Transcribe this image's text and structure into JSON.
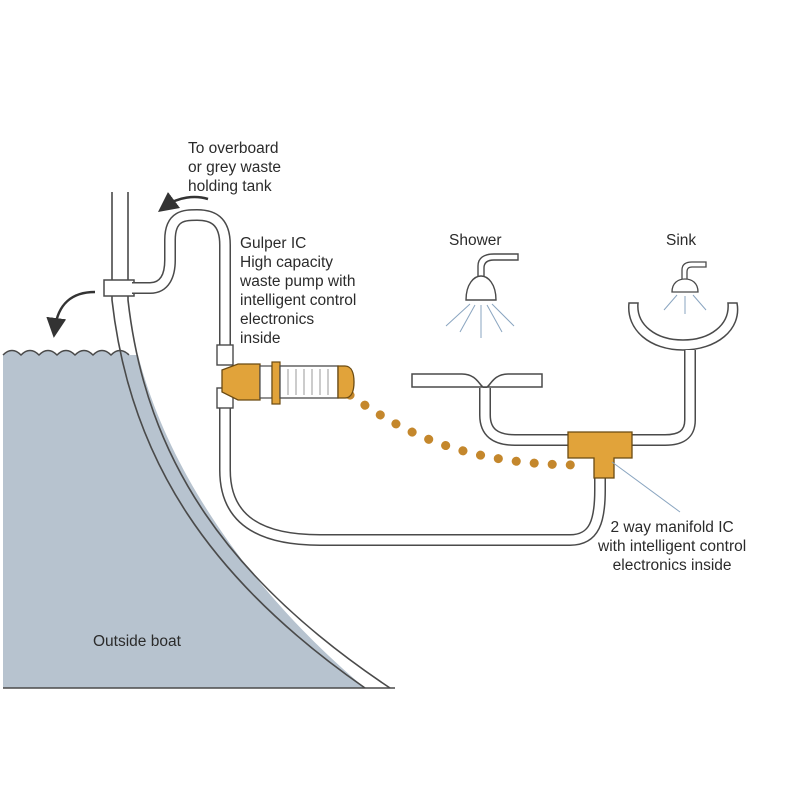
{
  "labels": {
    "overboard": [
      "To overboard",
      "or grey waste",
      "holding tank"
    ],
    "pump": [
      "Gulper IC",
      "High capacity",
      "waste pump with",
      "intelligent control",
      "electronics",
      "inside"
    ],
    "shower": "Shower",
    "sink": "Sink",
    "manifold": [
      "2 way manifold IC",
      "with intelligent control",
      "electronics inside"
    ],
    "outside": "Outside boat"
  },
  "colors": {
    "water": "#b7c3cf",
    "pipe_outline": "#4a4a4a",
    "component_gold": "#e1a33a",
    "wire_dots": "#c4872c",
    "text": "#2b2b2b"
  },
  "icons": [
    "shower-head-icon",
    "sink-tap-icon",
    "overboard-arrow-icon",
    "drain-arrow-icon"
  ]
}
